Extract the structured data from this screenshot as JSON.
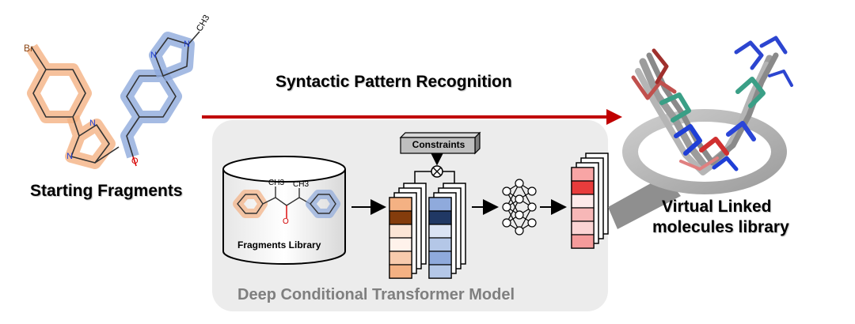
{
  "title": "Syntactic Pattern Recognition",
  "input_label": "Starting Fragments",
  "output_label_line1": "Virtual Linked",
  "output_label_line2": "molecules library",
  "model_label": "Deep Conditional Transformer Model",
  "constraints_label": "Constraints",
  "library_label": "Fragments Library",
  "atoms": {
    "bromine": "Br",
    "nitrogen": "N",
    "oxygen": "O",
    "methyl": "CH3"
  },
  "colors": {
    "arrow": "#c00000",
    "fragment_a": "#f4b183",
    "fragment_b": "#8faadc",
    "model_panel": "#ececec",
    "model_text": "#7f7f7f"
  }
}
